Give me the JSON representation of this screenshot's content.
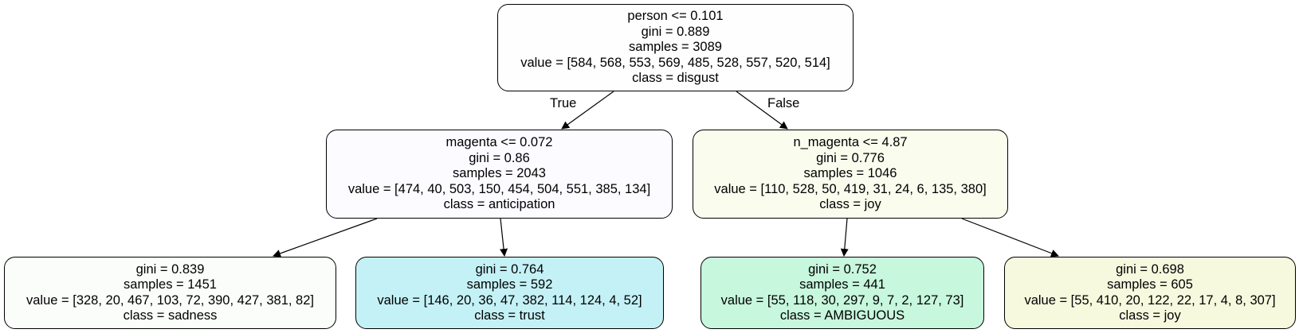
{
  "tree": {
    "nodes": [
      {
        "id": "0",
        "fill": "#fefefe",
        "lines": [
          "person <= 0.101",
          "gini = 0.889",
          "samples = 3089",
          "value = [584, 568, 553, 569, 485, 528, 557, 520, 514]",
          "class = disgust"
        ]
      },
      {
        "id": "1",
        "fill": "#fcfbff",
        "lines": [
          "magenta <= 0.072",
          "gini = 0.86",
          "samples = 2043",
          "value = [474, 40, 503, 150, 454, 504, 551, 385, 134]",
          "class = anticipation"
        ]
      },
      {
        "id": "2",
        "fill": "#fafcee",
        "lines": [
          "n_magenta <= 4.87",
          "gini = 0.776",
          "samples = 1046",
          "value = [110, 528, 50, 419, 31, 24, 6, 135, 380]",
          "class = joy"
        ]
      },
      {
        "id": "3",
        "fill": "#fbfdfb",
        "lines": [
          "gini = 0.839",
          "samples = 1451",
          "value = [328, 20, 467, 103, 72, 390, 427, 381, 82]",
          "class = sadness"
        ]
      },
      {
        "id": "4",
        "fill": "#c4f1f6",
        "lines": [
          "gini = 0.764",
          "samples = 592",
          "value = [146, 20, 36, 47, 382, 114, 124, 4, 52]",
          "class = trust"
        ]
      },
      {
        "id": "5",
        "fill": "#c7f7dd",
        "lines": [
          "gini = 0.752",
          "samples = 441",
          "value = [55, 118, 30, 297, 9, 7, 2, 127, 73]",
          "class = AMBIGUOUS"
        ]
      },
      {
        "id": "6",
        "fill": "#f6f9de",
        "lines": [
          "gini = 0.698",
          "samples = 605",
          "value = [55, 410, 20, 122, 22, 17, 4, 8, 307]",
          "class = joy"
        ]
      }
    ],
    "edge_labels": {
      "true": "True",
      "false": "False"
    }
  }
}
